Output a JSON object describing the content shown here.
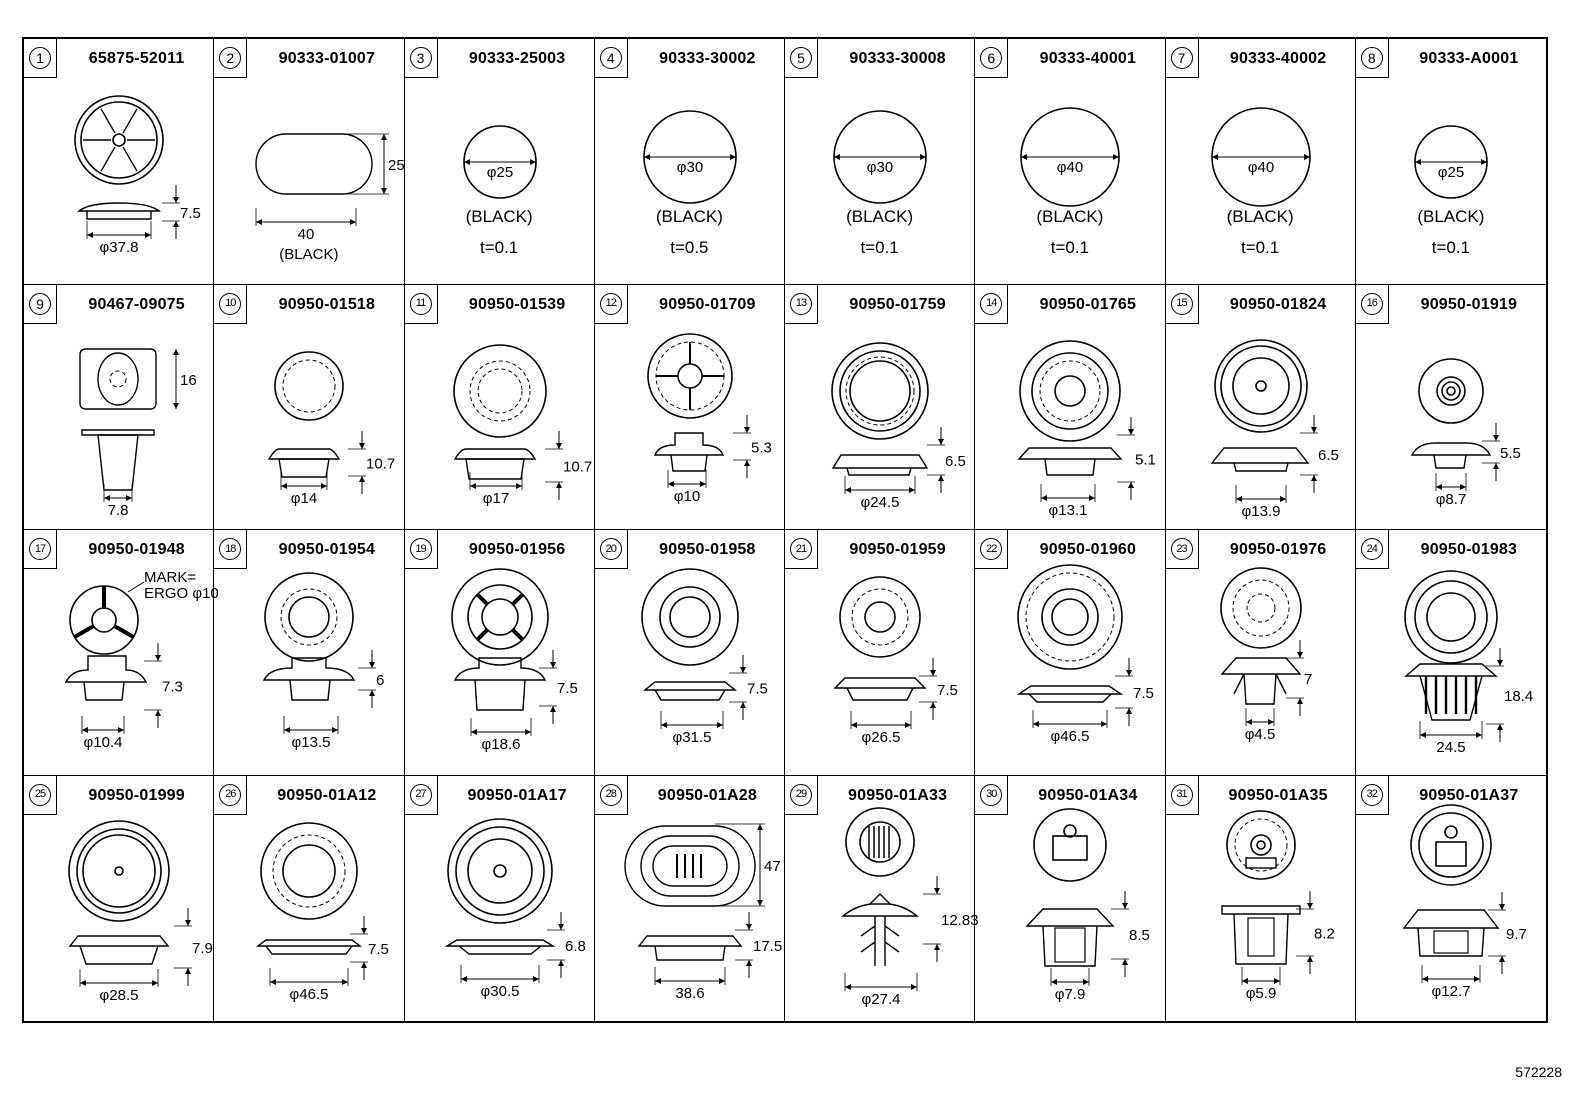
{
  "footer_code": "572228",
  "parts": [
    {
      "index": "1",
      "part_no": "65875-52011",
      "dims": [
        "7.5",
        "φ37.8"
      ]
    },
    {
      "index": "2",
      "part_no": "90333-01007",
      "dims": [
        "25",
        "40"
      ],
      "notes": [
        "(BLACK)"
      ]
    },
    {
      "index": "3",
      "part_no": "90333-25003",
      "dims": [
        "φ25"
      ],
      "notes": [
        "(BLACK)",
        "t=0.1"
      ]
    },
    {
      "index": "4",
      "part_no": "90333-30002",
      "dims": [
        "φ30"
      ],
      "notes": [
        "(BLACK)",
        "t=0.5"
      ]
    },
    {
      "index": "5",
      "part_no": "90333-30008",
      "dims": [
        "φ30"
      ],
      "notes": [
        "(BLACK)",
        "t=0.1"
      ]
    },
    {
      "index": "6",
      "part_no": "90333-40001",
      "dims": [
        "φ40"
      ],
      "notes": [
        "(BLACK)",
        "t=0.1"
      ]
    },
    {
      "index": "7",
      "part_no": "90333-40002",
      "dims": [
        "φ40"
      ],
      "notes": [
        "(BLACK)",
        "t=0.1"
      ]
    },
    {
      "index": "8",
      "part_no": "90333-A0001",
      "dims": [
        "φ25"
      ],
      "notes": [
        "(BLACK)",
        "t=0.1"
      ]
    },
    {
      "index": "9",
      "part_no": "90467-09075",
      "dims": [
        "16",
        "7.8"
      ]
    },
    {
      "index": "10",
      "part_no": "90950-01518",
      "dims": [
        "10.7",
        "φ14"
      ]
    },
    {
      "index": "11",
      "part_no": "90950-01539",
      "dims": [
        "10.7",
        "φ17"
      ]
    },
    {
      "index": "12",
      "part_no": "90950-01709",
      "dims": [
        "5.3",
        "φ10"
      ]
    },
    {
      "index": "13",
      "part_no": "90950-01759",
      "dims": [
        "6.5",
        "φ24.5"
      ]
    },
    {
      "index": "14",
      "part_no": "90950-01765",
      "dims": [
        "5.1",
        "φ13.1"
      ]
    },
    {
      "index": "15",
      "part_no": "90950-01824",
      "dims": [
        "6.5",
        "φ13.9"
      ]
    },
    {
      "index": "16",
      "part_no": "90950-01919",
      "dims": [
        "5.5",
        "φ8.7"
      ]
    },
    {
      "index": "17",
      "part_no": "90950-01948",
      "dims": [
        "7.3",
        "φ10.4"
      ],
      "mark": [
        "MARK=",
        "ERGO φ10"
      ]
    },
    {
      "index": "18",
      "part_no": "90950-01954",
      "dims": [
        "6",
        "φ13.5"
      ]
    },
    {
      "index": "19",
      "part_no": "90950-01956",
      "dims": [
        "7.5",
        "φ18.6"
      ]
    },
    {
      "index": "20",
      "part_no": "90950-01958",
      "dims": [
        "7.5",
        "φ31.5"
      ]
    },
    {
      "index": "21",
      "part_no": "90950-01959",
      "dims": [
        "7.5",
        "φ26.5"
      ]
    },
    {
      "index": "22",
      "part_no": "90950-01960",
      "dims": [
        "7.5",
        "φ46.5"
      ]
    },
    {
      "index": "23",
      "part_no": "90950-01976",
      "dims": [
        "7",
        "φ4.5"
      ]
    },
    {
      "index": "24",
      "part_no": "90950-01983",
      "dims": [
        "18.4",
        "24.5"
      ]
    },
    {
      "index": "25",
      "part_no": "90950-01999",
      "dims": [
        "7.9",
        "φ28.5"
      ]
    },
    {
      "index": "26",
      "part_no": "90950-01A12",
      "dims": [
        "7.5",
        "φ46.5"
      ]
    },
    {
      "index": "27",
      "part_no": "90950-01A17",
      "dims": [
        "6.8",
        "φ30.5"
      ]
    },
    {
      "index": "28",
      "part_no": "90950-01A28",
      "dims": [
        "47",
        "17.5",
        "38.6"
      ]
    },
    {
      "index": "29",
      "part_no": "90950-01A33",
      "dims": [
        "12.83",
        "φ27.4"
      ]
    },
    {
      "index": "30",
      "part_no": "90950-01A34",
      "dims": [
        "8.5",
        "φ7.9"
      ]
    },
    {
      "index": "31",
      "part_no": "90950-01A35",
      "dims": [
        "8.2",
        "φ5.9"
      ]
    },
    {
      "index": "32",
      "part_no": "90950-01A37",
      "dims": [
        "9.7",
        "φ12.7"
      ]
    }
  ]
}
